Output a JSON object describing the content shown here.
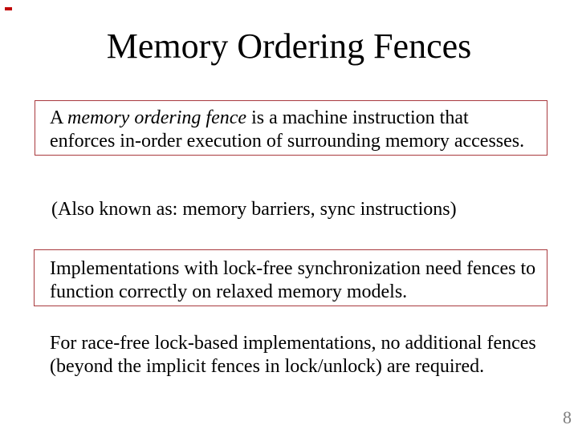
{
  "slide": {
    "title": "Memory Ordering Fences",
    "page_number": "8"
  },
  "definition_box": {
    "line1_pre": "A ",
    "line1_italic": "memory ordering fence",
    "line1_post": " is a machine instruction that",
    "line2": "enforces in-order execution of surrounding memory accesses."
  },
  "aka_note": {
    "text": "(Also known as: memory barriers, sync instructions)"
  },
  "lockfree_box": {
    "line1": "Implementations with lock-free synchronization need fences to",
    "line2": "function correctly on relaxed memory models."
  },
  "lockbased_note": {
    "line1": "For race-free lock-based implementations, no additional fences",
    "line2": "(beyond the implicit fences in lock/unlock) are required."
  },
  "colors": {
    "background": "#ffffff",
    "text": "#000000",
    "box_border": "#a93a3e",
    "corner_mark": "#c00000",
    "page_number": "#7f7f7f"
  }
}
